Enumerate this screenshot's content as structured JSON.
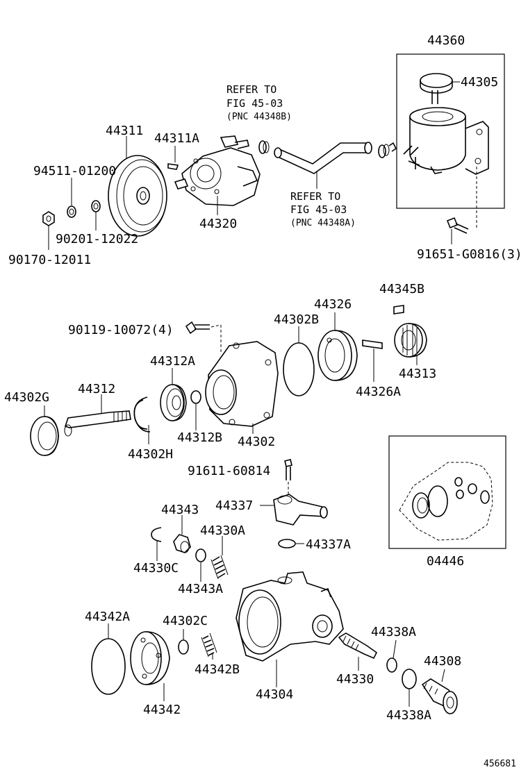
{
  "labels": {
    "p44360": "44360",
    "p44305": "44305",
    "ref_b_1": "REFER TO",
    "ref_b_2": "FIG 45-03",
    "ref_b_3": "(PNC 44348B)",
    "p44311": "44311",
    "p44311a": "44311A",
    "p94511": "94511-01200",
    "p44320": "44320",
    "p90201": "90201-12022",
    "p90170": "90170-12011",
    "ref_a_1": "REFER TO",
    "ref_a_2": "FIG 45-03",
    "ref_a_3": "(PNC 44348A)",
    "p91651": "91651-G0816(3)",
    "p44345b": "44345B",
    "p44326": "44326",
    "p44302b": "44302B",
    "p90119": "90119-10072(4)",
    "p44313": "44313",
    "p44312a": "44312A",
    "p44326a": "44326A",
    "p44302g": "44302G",
    "p44312": "44312",
    "p44312b": "44312B",
    "p44302": "44302",
    "p44302h": "44302H",
    "p91611": "91611-60814",
    "p44343": "44343",
    "p44337": "44337",
    "p44330a": "44330A",
    "p44337a": "44337A",
    "p44330c": "44330C",
    "p44343a": "44343A",
    "p04446": "04446",
    "p44342a": "44342A",
    "p44302c": "44302C",
    "p44338a_top": "44338A",
    "p44308": "44308",
    "p44342b": "44342B",
    "p44330": "44330",
    "p44304": "44304",
    "p44342": "44342",
    "p44338a_bot": "44338A",
    "figure_id": "456681"
  }
}
